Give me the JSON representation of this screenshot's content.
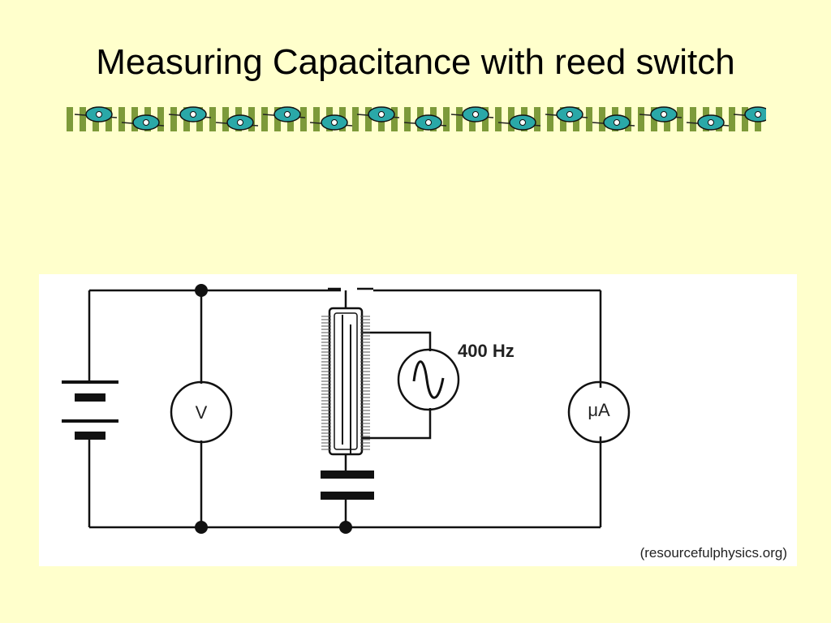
{
  "slide": {
    "title": "Measuring Capacitance with reed switch"
  },
  "diagram": {
    "frequency_label": "400 Hz",
    "voltmeter_label": "V",
    "ammeter_label": "μA",
    "credit": "(resourcefulphysics.org)"
  },
  "colors": {
    "background": "#ffffcc",
    "strip_green": "#7d9a3a",
    "flower_teal": "#2aa8a8"
  },
  "icons": {
    "decorative_border": "flower-border-icon",
    "battery": "battery-icon",
    "voltmeter": "voltmeter-icon",
    "ammeter": "ammeter-icon",
    "ac_source": "ac-source-icon",
    "capacitor": "capacitor-icon",
    "reed_switch": "reed-switch-icon"
  }
}
